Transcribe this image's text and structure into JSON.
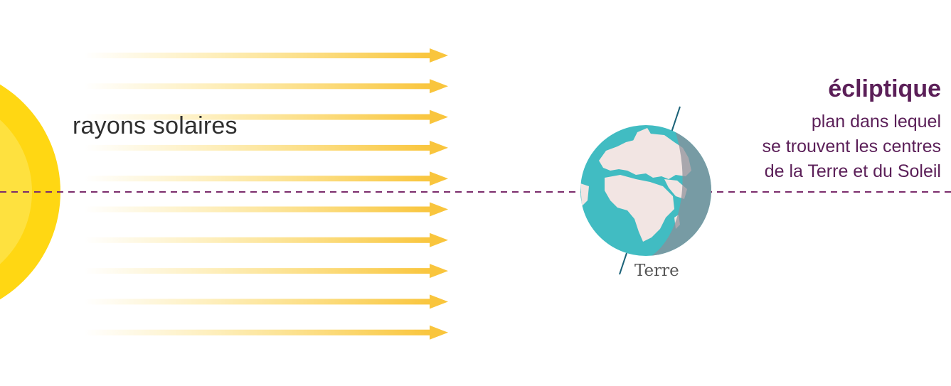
{
  "colors": {
    "sun_outer": "#ffd713",
    "sun_inner": "#fee13f",
    "ray": "#f9c53d",
    "ecliptic_line": "#7b2c6c",
    "ecliptic_text": "#5b1f58",
    "earth_ocean": "#41bcc2",
    "earth_land": "#f2e5e3",
    "earth_shadow": "#8c8f98",
    "earth_axis": "#1b6278"
  },
  "rays": {
    "label": "rayons solaires",
    "count": 10
  },
  "ecliptic": {
    "title": "écliptique",
    "description_lines": [
      "plan dans lequel",
      "se trouvent les centres",
      "de la Terre et du Soleil"
    ]
  },
  "earth": {
    "label": "Terre"
  }
}
